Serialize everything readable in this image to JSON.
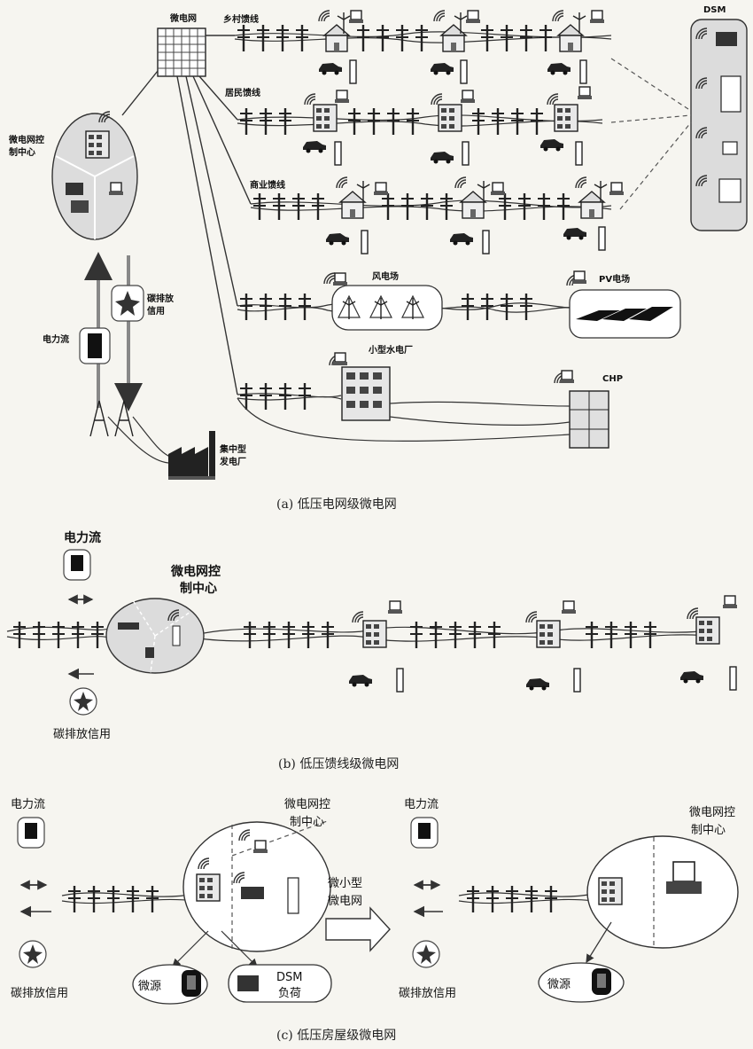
{
  "panel_a": {
    "caption": "(a) 低压电网级微电网",
    "microgrid_label": "微电网",
    "control_center": [
      "微电网控",
      "制中心"
    ],
    "rural_feeder": "乡村馈线",
    "residential_feeder": "居民馈线",
    "commercial_feeder": "商业馈线",
    "dsm": "DSM",
    "wind_farm": "风电场",
    "pv_farm": "PV电场",
    "small_hydro": "小型水电厂",
    "chp": "CHP",
    "carbon_credit": [
      "碳排放",
      "信用"
    ],
    "power_flow": "电力流",
    "central_plant": [
      "集中型",
      "发电厂"
    ]
  },
  "panel_b": {
    "caption": "(b) 低压馈线级微电网",
    "power_flow": "电力流",
    "control_center": [
      "微电网控",
      "制中心"
    ],
    "carbon_credit": "碳排放信用"
  },
  "panel_c": {
    "caption": "(c) 低压房屋级微电网",
    "power_flow_left": "电力流",
    "control_center_left": [
      "微电网控",
      "制中心"
    ],
    "carbon_credit_left": "碳排放信用",
    "micro_source_left": "微源",
    "dsm_load": [
      "DSM",
      "负荷"
    ],
    "arrow_label": [
      "微小型",
      "微电网"
    ],
    "power_flow_right": "电力流",
    "carbon_credit_right": "碳排放信用",
    "control_center_right": [
      "微电网控",
      "制中心"
    ],
    "micro_source_right": "微源"
  }
}
